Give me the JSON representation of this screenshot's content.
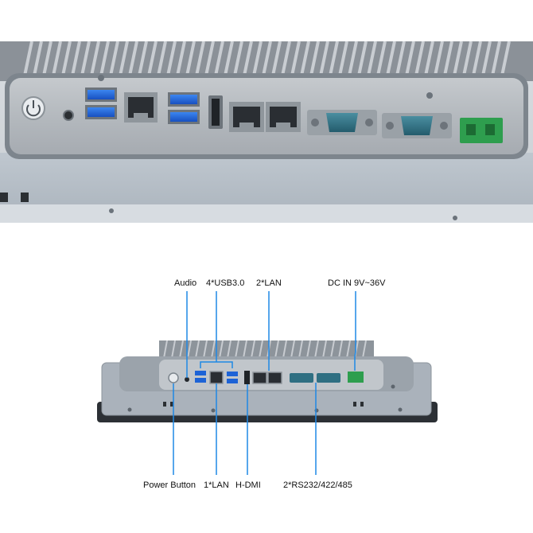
{
  "callouts": {
    "audio": "Audio",
    "usb": "4*USB3.0",
    "lan2": "2*LAN",
    "dc_in": "DC IN 9V~36V",
    "power_button": "Power Button",
    "lan1": "1*LAN",
    "hdmi": "H-DMI",
    "serial": "2*RS232/422/485"
  },
  "colors": {
    "callout_line": "#1e88e5",
    "usb_blue": "#1d63d6",
    "terminal_green": "#2e9e4e",
    "serial_teal": "#2f6f82",
    "chassis": "#9aa3ad"
  }
}
